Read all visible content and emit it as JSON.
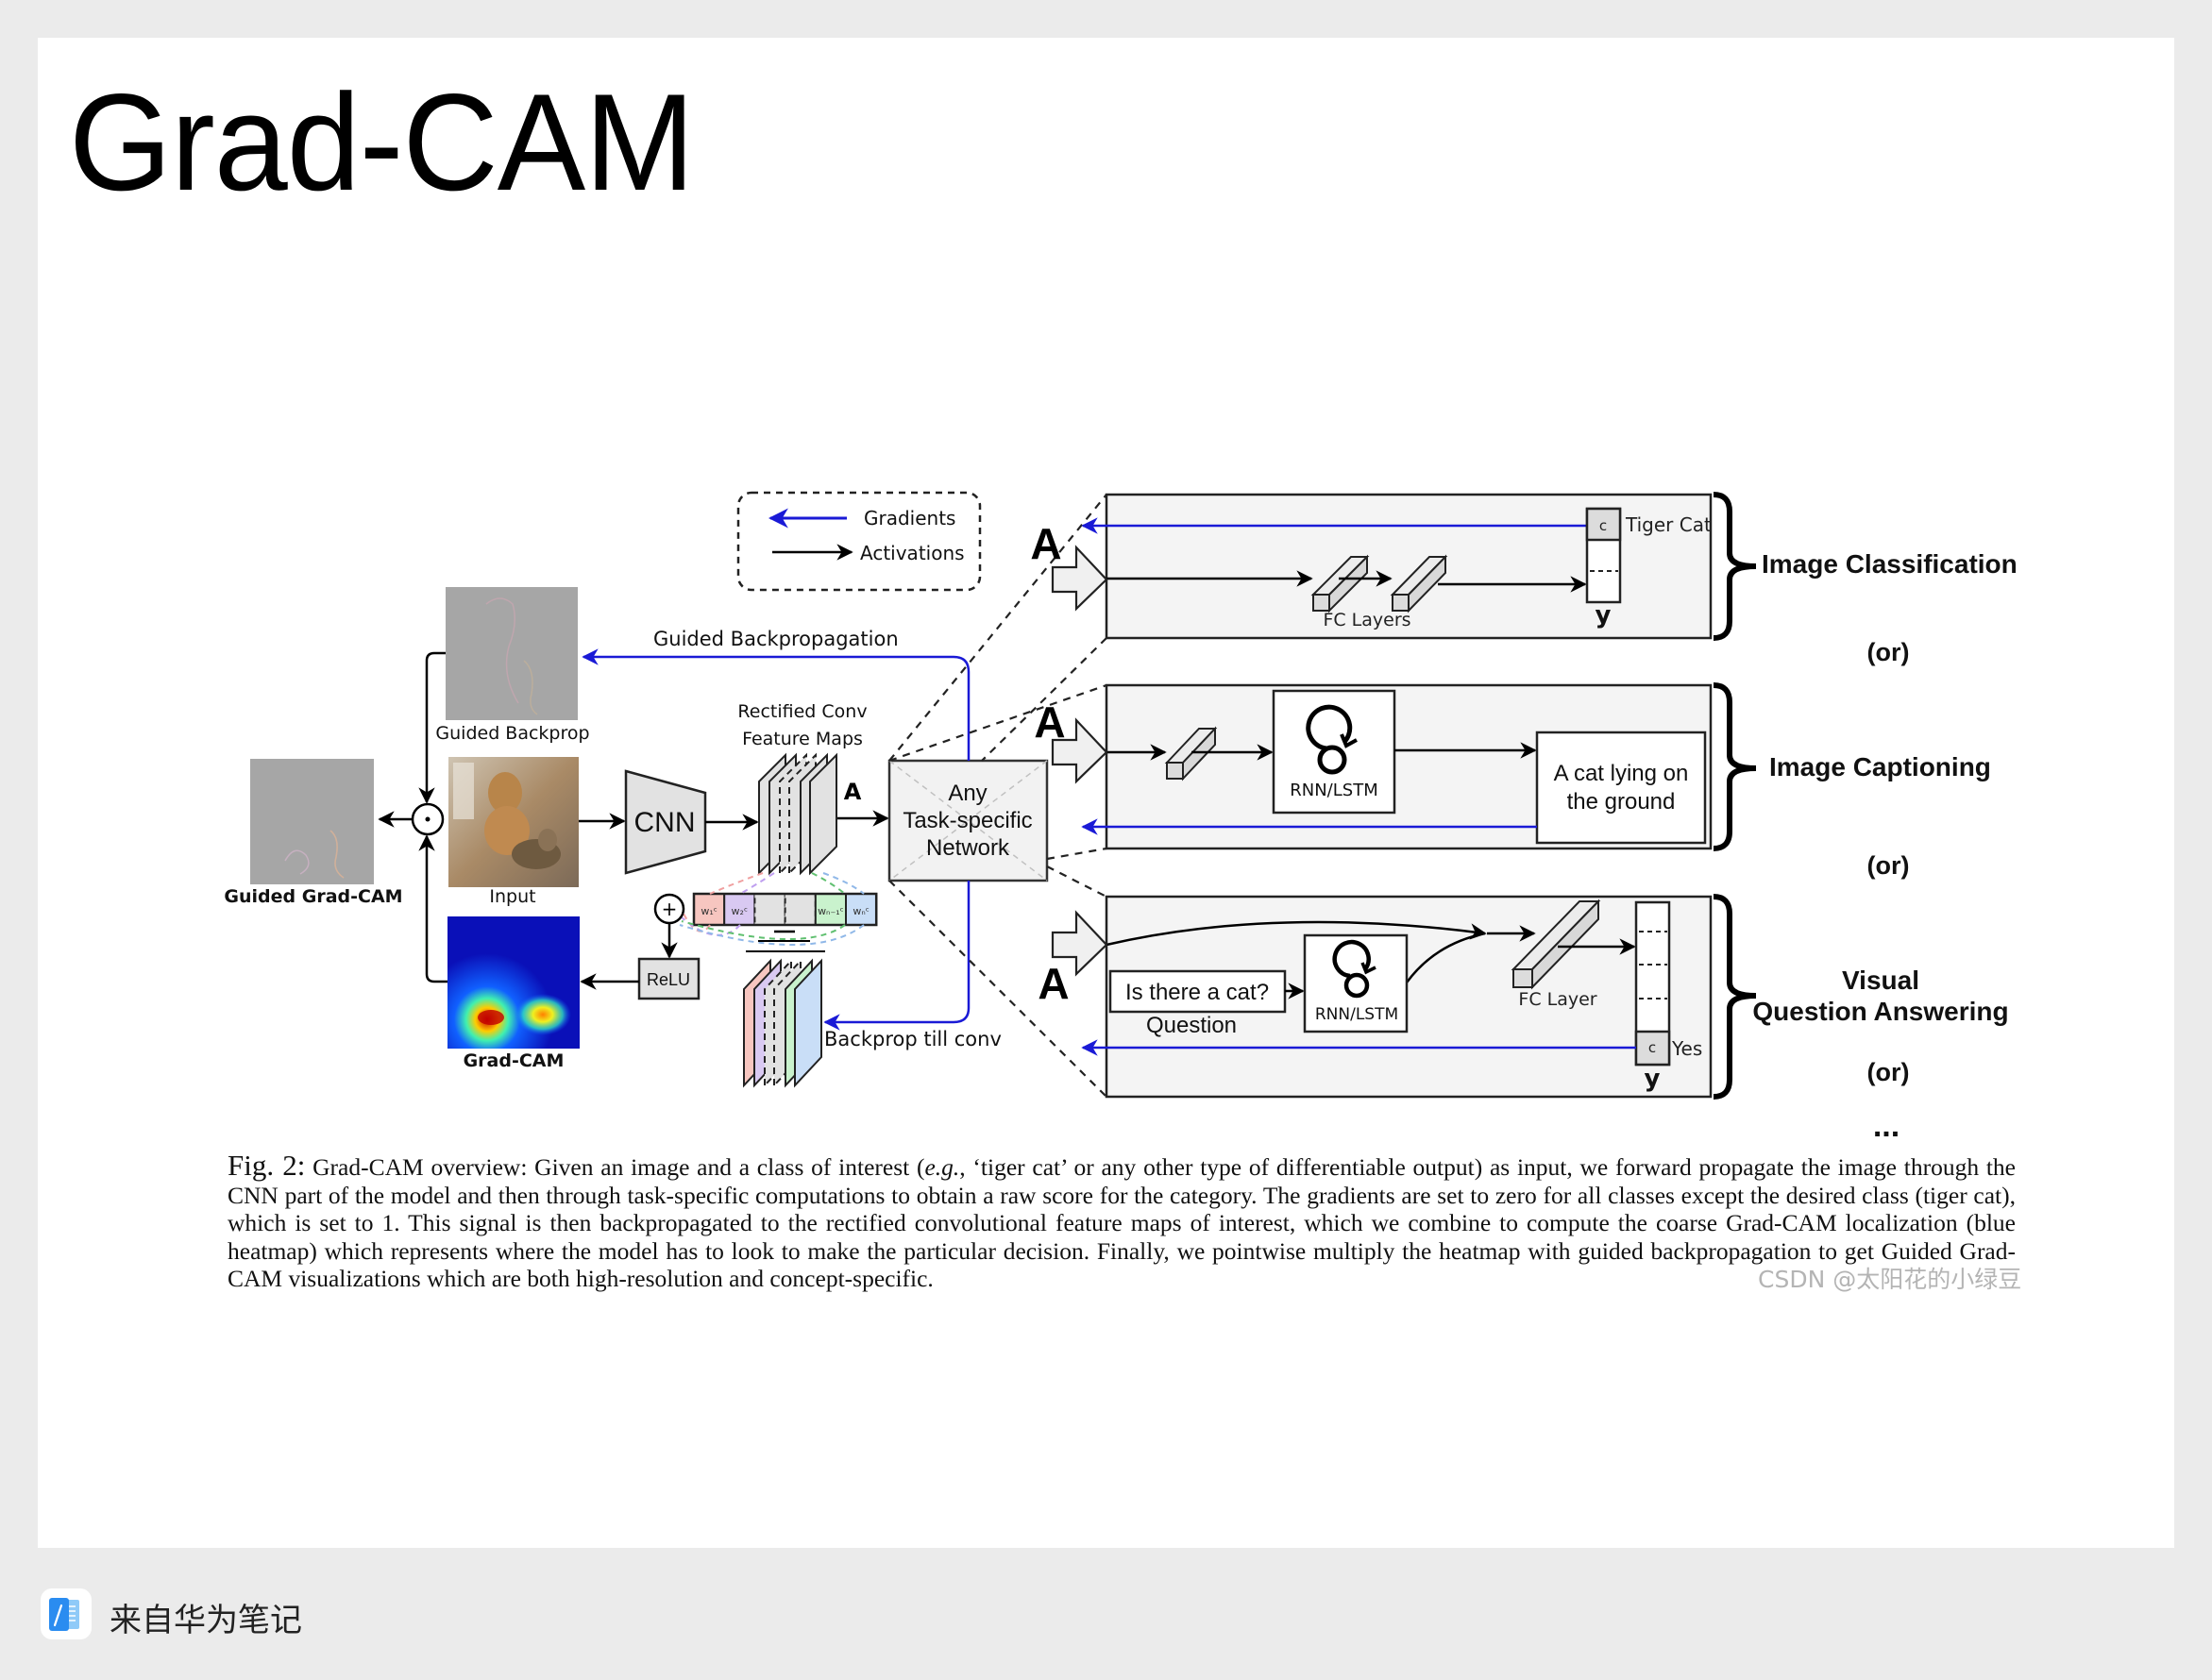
{
  "slide": {
    "title": "Grad-CAM"
  },
  "legend": {
    "gradients_label": "Gradients",
    "activations_label": "Activations",
    "gradient_color": "#1a1ad6",
    "activation_color": "#000000"
  },
  "diagram": {
    "guided_backprop_label": "Guided Backprop",
    "guided_backpropagation_label": "Guided Backpropagation",
    "guided_gradcam_label": "Guided Grad-CAM",
    "input_label": "Input",
    "gradcam_label": "Grad-CAM",
    "cnn_label": "CNN",
    "relu_label": "ReLU",
    "rectified_label_line1": "Rectified Conv",
    "rectified_label_line2": "Feature Maps",
    "activation_symbol": "A",
    "task_network_line1": "Any",
    "task_network_line2": "Task-specific",
    "task_network_line3": "Network",
    "backprop_till_conv_label": "Backprop till conv",
    "pointwise_symbol": "⊙",
    "sum_symbol": "+",
    "weights": [
      "w₁ᶜ",
      "w₂ᶜ",
      "",
      "",
      "wₙ₋₁ᶜ",
      "wₙᶜ"
    ],
    "weight_colors": [
      "#f7c6c0",
      "#d9c9f2",
      "#e2e2e2",
      "#e2e2e2",
      "#c9f2cd",
      "#c9def7"
    ]
  },
  "tasks": [
    {
      "name": "Image Classification",
      "fc_label": "FC Layers",
      "class_cell": "c",
      "class_name": "Tiger Cat",
      "output_symbol": "y"
    },
    {
      "name": "Image Captioning",
      "rnn_label": "RNN/LSTM",
      "caption_line1": "A cat lying on",
      "caption_line2": "the ground"
    },
    {
      "name_line1": "Visual",
      "name_line2": "Question Answering",
      "question_text": "Is there a cat?",
      "question_label": "Question",
      "rnn_label": "RNN/LSTM",
      "fc_label": "FC Layer",
      "class_cell": "c",
      "class_name": "Yes",
      "output_symbol": "y"
    }
  ],
  "separators": {
    "or": "(or)",
    "ellipsis": "..."
  },
  "caption": {
    "fig_label": "Fig. 2:",
    "text_before_eg": " Grad-CAM overview: Given an image and a class of interest (",
    "eg": "e.g.",
    "text_after_eg": ", ‘tiger cat’ or any other type of differentiable output) as input, we forward propagate the image through the CNN part of the model and then through task-specific computations to obtain a raw score for the category. The gradients are set to zero for all classes except the desired class (tiger cat), which is set to 1. This signal is then backpropagated to the rectified convolutional feature maps of interest, which we combine to compute the coarse Grad-CAM localization (blue heatmap) which represents where the model has to look to make the particular decision. Finally, we pointwise multiply the heatmap with guided backpropagation to get Guided Grad-CAM visualizations which are both high-resolution and concept-specific."
  },
  "watermark": "CSDN @太阳花的小绿豆",
  "footer": {
    "source_text": "来自华为笔记",
    "icon": "huawei-notes-icon"
  }
}
